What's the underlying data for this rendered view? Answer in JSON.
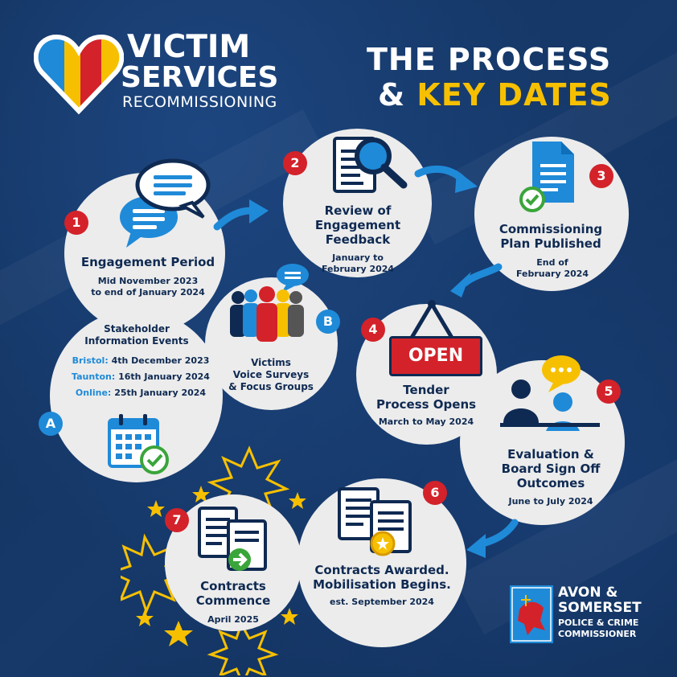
{
  "logo": {
    "line1": "VICTIM",
    "line2": "SERVICES",
    "line3": "RECOMMISSIONING"
  },
  "header": {
    "line1": "THE PROCESS",
    "line2_prefix": "& ",
    "line2_highlight": "KEY DATES"
  },
  "colors": {
    "background": "#13325e",
    "accent_red": "#d3222a",
    "accent_blue": "#1f8ad8",
    "accent_yellow": "#f6c000",
    "text_navy": "#0f2a52"
  },
  "steps": [
    {
      "number": "1",
      "title": "Engagement Period",
      "dates": [
        "Mid November 2023",
        "to end of January 2024"
      ]
    },
    {
      "number": "2",
      "title": [
        "Review of",
        "Engagement",
        "Feedback"
      ],
      "dates": [
        "January to",
        "February 2024"
      ]
    },
    {
      "number": "3",
      "title": [
        "Commissioning",
        "Plan Published"
      ],
      "dates": [
        "End of",
        "February 2024"
      ]
    },
    {
      "number": "4",
      "title": [
        "Tender",
        "Process Opens"
      ],
      "dates": [
        "March to May 2024"
      ],
      "sign": "OPEN"
    },
    {
      "number": "5",
      "title": [
        "Evaluation &",
        "Board Sign Off",
        "Outcomes"
      ],
      "dates": [
        "June to July 2024"
      ]
    },
    {
      "number": "6",
      "title": [
        "Contracts Awarded.",
        "Mobilisation Begins."
      ],
      "dates": [
        "est. September 2024"
      ]
    },
    {
      "number": "7",
      "title": [
        "Contracts",
        "Commence"
      ],
      "dates": [
        "April 2025"
      ]
    }
  ],
  "sub_a": {
    "letter": "A",
    "title": [
      "Stakeholder",
      "Information Events"
    ],
    "events": [
      {
        "city": "Bristol:",
        "date": "4th December 2023"
      },
      {
        "city": "Taunton:",
        "date": "16th January 2024"
      },
      {
        "city": "Online:",
        "date": "25th January 2024"
      }
    ]
  },
  "sub_b": {
    "letter": "B",
    "title": [
      "Victims",
      "Voice Surveys",
      "& Focus Groups"
    ]
  },
  "footer_logo": {
    "line1": "AVON &",
    "line2": "SOMERSET",
    "line3": "POLICE & CRIME",
    "line4": "COMMISSIONER"
  }
}
